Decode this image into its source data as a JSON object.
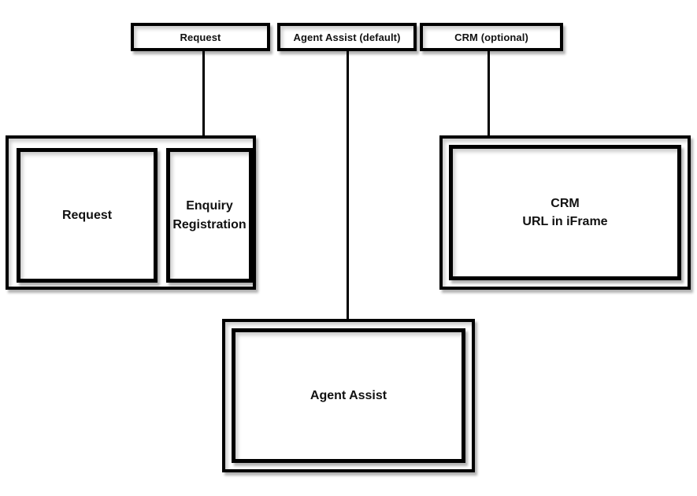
{
  "diagram": {
    "tabs": [
      {
        "label": "Request"
      },
      {
        "label": "Agent Assist (default)"
      },
      {
        "label": "CRM (optional)"
      }
    ],
    "left_panel": {
      "request_label": "Request",
      "enquiry_label": "Enquiry Registration"
    },
    "crm_box": {
      "line1": "CRM",
      "line2": "URL in iFrame"
    },
    "agent_assist_box": {
      "label": "Agent Assist"
    },
    "colors": {
      "border": "#000000",
      "fill": "#ffffff",
      "text": "#111111",
      "shadow": "rgba(0,0,0,0.3)"
    }
  }
}
